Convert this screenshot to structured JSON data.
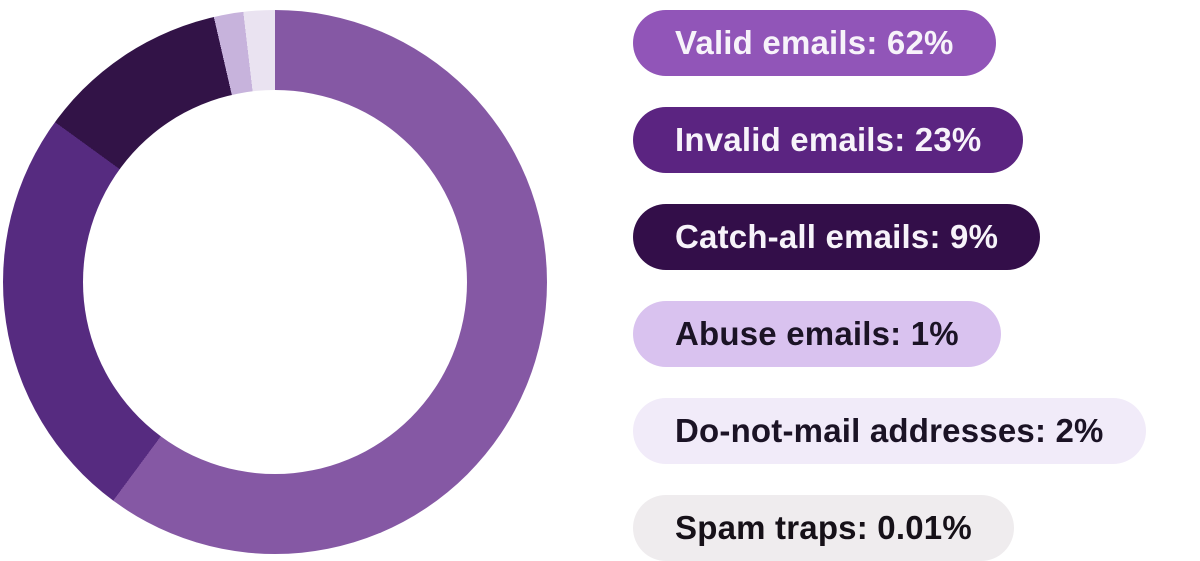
{
  "page": {
    "background": "#ffffff"
  },
  "chart_data": {
    "type": "pie",
    "subtype": "donut",
    "title": "",
    "unit": "%",
    "values_total_note_visible": false,
    "inner_radius_ratio": 0.71,
    "start_angle_deg": 0,
    "direction": "clockwise",
    "legend_position": "right",
    "segments": [
      {
        "label": "Valid emails",
        "value": 62,
        "display": "62%",
        "color": "#8558A4",
        "start_deg": 0,
        "end_deg": 216.5
      },
      {
        "label": "Invalid emails",
        "value": 23,
        "display": "23%",
        "color": "#562B80",
        "start_deg": 216.5,
        "end_deg": 306
      },
      {
        "label": "Catch-all emails",
        "value": 9,
        "display": "9%",
        "color": "#321347",
        "start_deg": 306,
        "end_deg": 347
      },
      {
        "label": "Abuse emails",
        "value": 1,
        "display": "1%",
        "color": "#C7B3DC",
        "start_deg": 347,
        "end_deg": 353.3
      },
      {
        "label": "Do-not-mail addresses",
        "value": 2,
        "display": "2%",
        "color": "#EAE3F1",
        "start_deg": 353.3,
        "end_deg": 359.96
      },
      {
        "label": "Spam traps",
        "value": 0.01,
        "display": "0.01%",
        "color": "#EFECEE",
        "start_deg": 359.96,
        "end_deg": 360
      }
    ]
  },
  "legend": {
    "items": [
      {
        "text": "Valid emails: 62%",
        "bg": "#9155B8",
        "fg": "#F7F3FA"
      },
      {
        "text": "Invalid emails: 23%",
        "bg": "#5B2481",
        "fg": "#F7F3FA"
      },
      {
        "text": "Catch-all emails: 9%",
        "bg": "#330E49",
        "fg": "#F7F3FA"
      },
      {
        "text": "Abuse emails: 1%",
        "bg": "#D9C2EF",
        "fg": "#1B1325"
      },
      {
        "text": "Do-not-mail addresses: 2%",
        "bg": "#F1EBF9",
        "fg": "#1B1325"
      },
      {
        "text": "Spam traps: 0.01%",
        "bg": "#EFECEE",
        "fg": "#161118"
      }
    ]
  }
}
